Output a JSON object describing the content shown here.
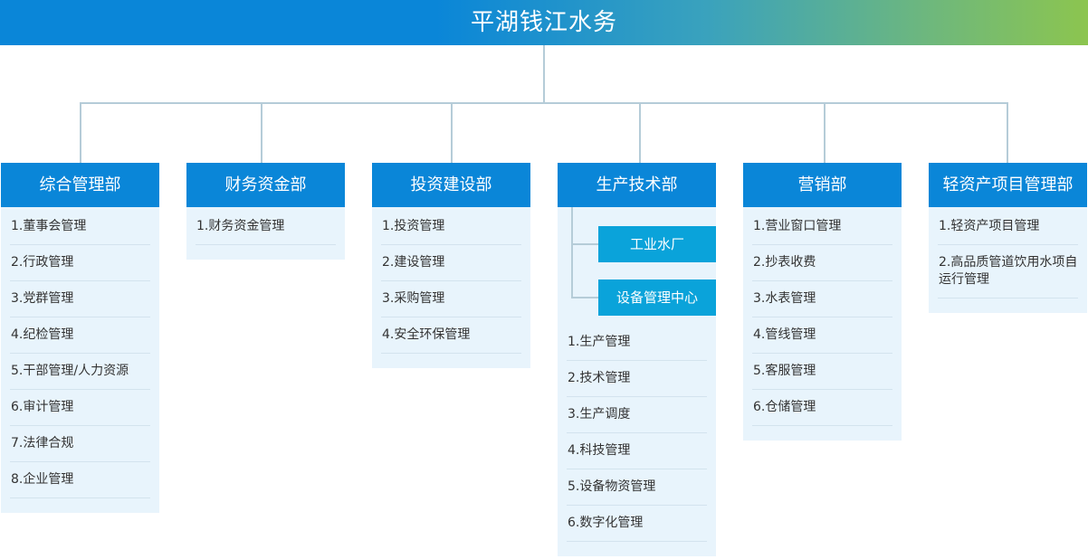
{
  "title": "平湖钱江水务",
  "departments": [
    {
      "name": "综合管理部",
      "items": [
        "1.董事会管理",
        "2.行政管理",
        "3.党群管理",
        "4.纪检管理",
        "5.干部管理/人力资源",
        "6.审计管理",
        "7.法律合规",
        "8.企业管理"
      ]
    },
    {
      "name": "财务资金部",
      "items": [
        "1.财务资金管理"
      ]
    },
    {
      "name": "投资建设部",
      "items": [
        "1.投资管理",
        "2.建设管理",
        "3.采购管理",
        "4.安全环保管理"
      ]
    },
    {
      "name": "生产技术部",
      "subunits": [
        "工业水厂",
        "设备管理中心"
      ],
      "items": [
        "1.生产管理",
        "2.技术管理",
        "3.生产调度",
        "4.科技管理",
        "5.设备物资管理",
        "6.数字化管理"
      ]
    },
    {
      "name": "营销部",
      "items": [
        "1.营业窗口管理",
        "2.抄表收费",
        "3.水表管理",
        "4.管线管理",
        "5.客服管理",
        "6.仓储管理"
      ]
    },
    {
      "name": "轻资产项目管理部",
      "items": [
        "1.轻资产项目管理",
        "2.高品质管道饮用水项自运行管理"
      ]
    }
  ]
}
